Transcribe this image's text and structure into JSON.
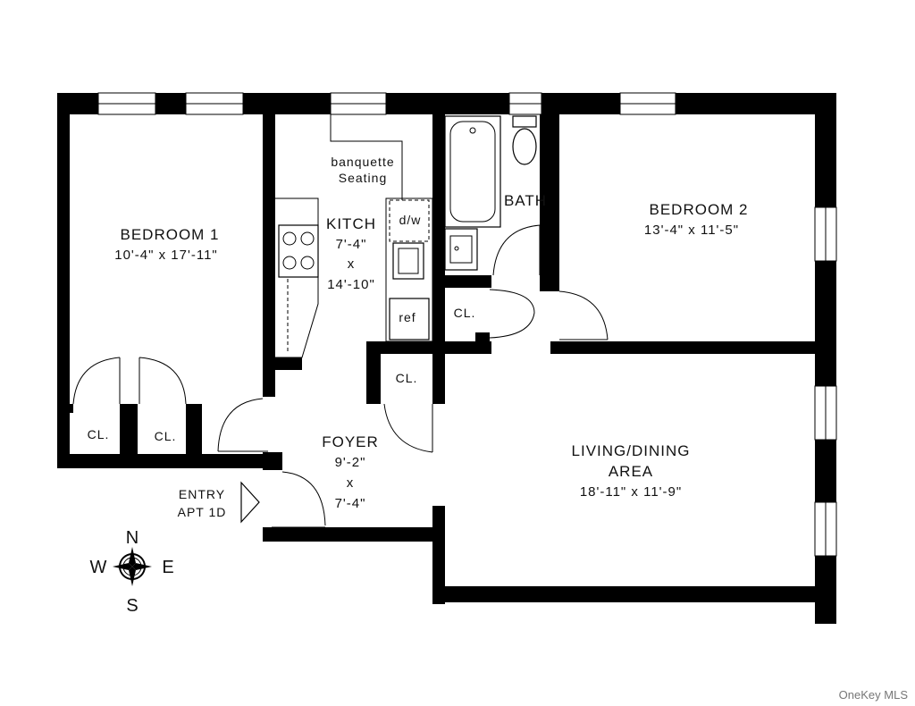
{
  "rooms": {
    "bedroom1": {
      "name": "BEDROOM 1",
      "dims": "10'-4\" x 17'-11\""
    },
    "bedroom2": {
      "name": "BEDROOM 2",
      "dims": "13'-4\" x 11'-5\""
    },
    "kitchen": {
      "name": "KITCH",
      "dim_w": "7'-4\"",
      "dim_x": "x",
      "dim_l": "14'-10\""
    },
    "bath": {
      "name": "BATH"
    },
    "foyer": {
      "name": "FOYER",
      "dim_w": "9'-2\"",
      "dim_x": "x",
      "dim_l": "7'-4\""
    },
    "living": {
      "name_line1": "LIVING/DINING",
      "name_line2": "AREA",
      "dims": "18'-11\" x 11'-9\""
    }
  },
  "closets": {
    "cl1": "CL.",
    "cl2": "CL.",
    "cl3": "CL.",
    "cl4": "CL."
  },
  "fixtures": {
    "banquette_line1": "banquette",
    "banquette_line2": "Seating",
    "dishwasher": "d/w",
    "refrigerator": "ref"
  },
  "entry": {
    "line1": "ENTRY",
    "line2": "APT 1D"
  },
  "compass": {
    "n": "N",
    "s": "S",
    "e": "E",
    "w": "W"
  },
  "watermark": "OneKey MLS"
}
